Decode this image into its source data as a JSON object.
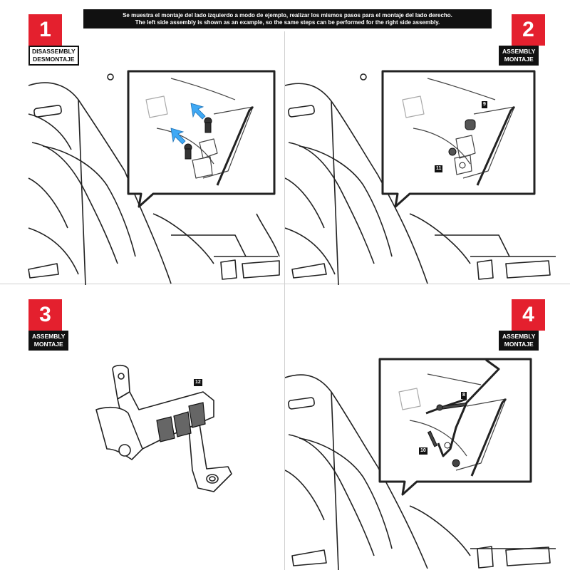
{
  "header": {
    "line_es": "Se muestra el montaje del lado izquierdo a modo de ejemplo, realizar los mismos pasos para el montaje del lado derecho.",
    "line_en": "The left side assembly is shown as an example, so the same steps can be performed for the right side assembly."
  },
  "steps": [
    {
      "number": "1",
      "label_en": "DISASSEMBLY",
      "label_es": "DESMONTAJE"
    },
    {
      "number": "2",
      "label_en": "ASSEMBLY",
      "label_es": "MONTAJE",
      "parts": [
        "9",
        "11"
      ]
    },
    {
      "number": "3",
      "label_en": "ASSEMBLY",
      "label_es": "MONTAJE",
      "parts": [
        "12"
      ]
    },
    {
      "number": "4",
      "label_en": "ASSEMBLY",
      "label_es": "MONTAJE",
      "parts": [
        "8",
        "10"
      ]
    }
  ],
  "colors": {
    "badge_red": "#e4202e",
    "arrow_blue": "#3fa9f5",
    "line": "#222222"
  }
}
